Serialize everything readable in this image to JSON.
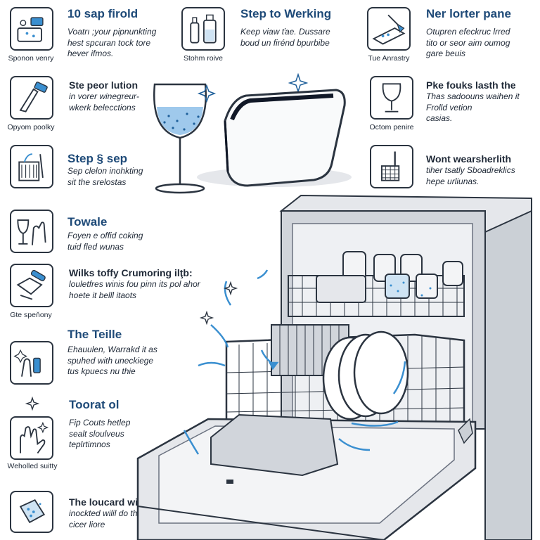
{
  "left_steps": [
    {
      "icon": "dish-sponge-icon",
      "caption": "Sponon venry",
      "title": "10 sap firold",
      "body": "Voatrı ;your pipnunkting\nhest spcuran tock tore\nhever ifmos."
    },
    {
      "icon": "brush-icon",
      "caption": "Opyom poolky",
      "title": "Ste peor lution",
      "body": "in vorer winegreur-\nwkerk belecctions"
    },
    {
      "icon": "basket-icon",
      "caption": "",
      "title": "Step § sep",
      "body": "Sep clelon inohkting\nsit the srelostas"
    },
    {
      "icon": "glass-hand-icon",
      "caption": "",
      "title": "Towale",
      "body": "Foyen e offid coking\ntuid fled wunas"
    },
    {
      "icon": "hand-tool-icon",
      "caption": "Gte speňony",
      "title": "Wilks toffy Crumoring ilţb:",
      "body": "louletfres winis fou pinn its pol ahor\nhoete it belll itaots"
    },
    {
      "icon": "hand-bottle-icon",
      "caption": "",
      "title": "The Teille",
      "body": "Ehauulen, Warrakd it as\nspuhed with uneckiege\ntus kpuecs nu thie"
    },
    {
      "icon": "hand-sparkle-icon",
      "caption": "Weholled suitty",
      "title": "Toorat ol",
      "body": "Fip Couts hetlep\nsealt sloulveus\nteplrtimnos"
    },
    {
      "icon": "tablet-icon",
      "caption": "",
      "title": "The loucard with",
      "body": "inockted wilil do thile\ncicer liore"
    }
  ],
  "top_middle": {
    "icon": "bottles-icon",
    "caption": "Stohm roive",
    "title": "Step to Werking",
    "body": "Keep viaw ťae. Dussare\nboud un firénd bpurbibe"
  },
  "right_steps": [
    {
      "icon": "rack-detergent-icon",
      "caption": "Tue Anrastry",
      "title": "Ner lorter pane",
      "body": "Otupren efeckruc lrred\ntito or seor aim oumog\ngare beuis"
    },
    {
      "icon": "wine-glass-icon",
      "caption": "Octom penire",
      "title": "Pke fouks lasth the",
      "body": "Thas sadoouns waihen it\nFrolld vetion\ncasias."
    },
    {
      "icon": "basket-handle-icon",
      "caption": "",
      "title": "Wont wearsherlith",
      "body": "tiher tsatly Sboadreklics\nhepe urliunas."
    }
  ],
  "colors": {
    "accent": "#1e4a78",
    "outline": "#2b3440",
    "water": "#3a8fd0"
  }
}
